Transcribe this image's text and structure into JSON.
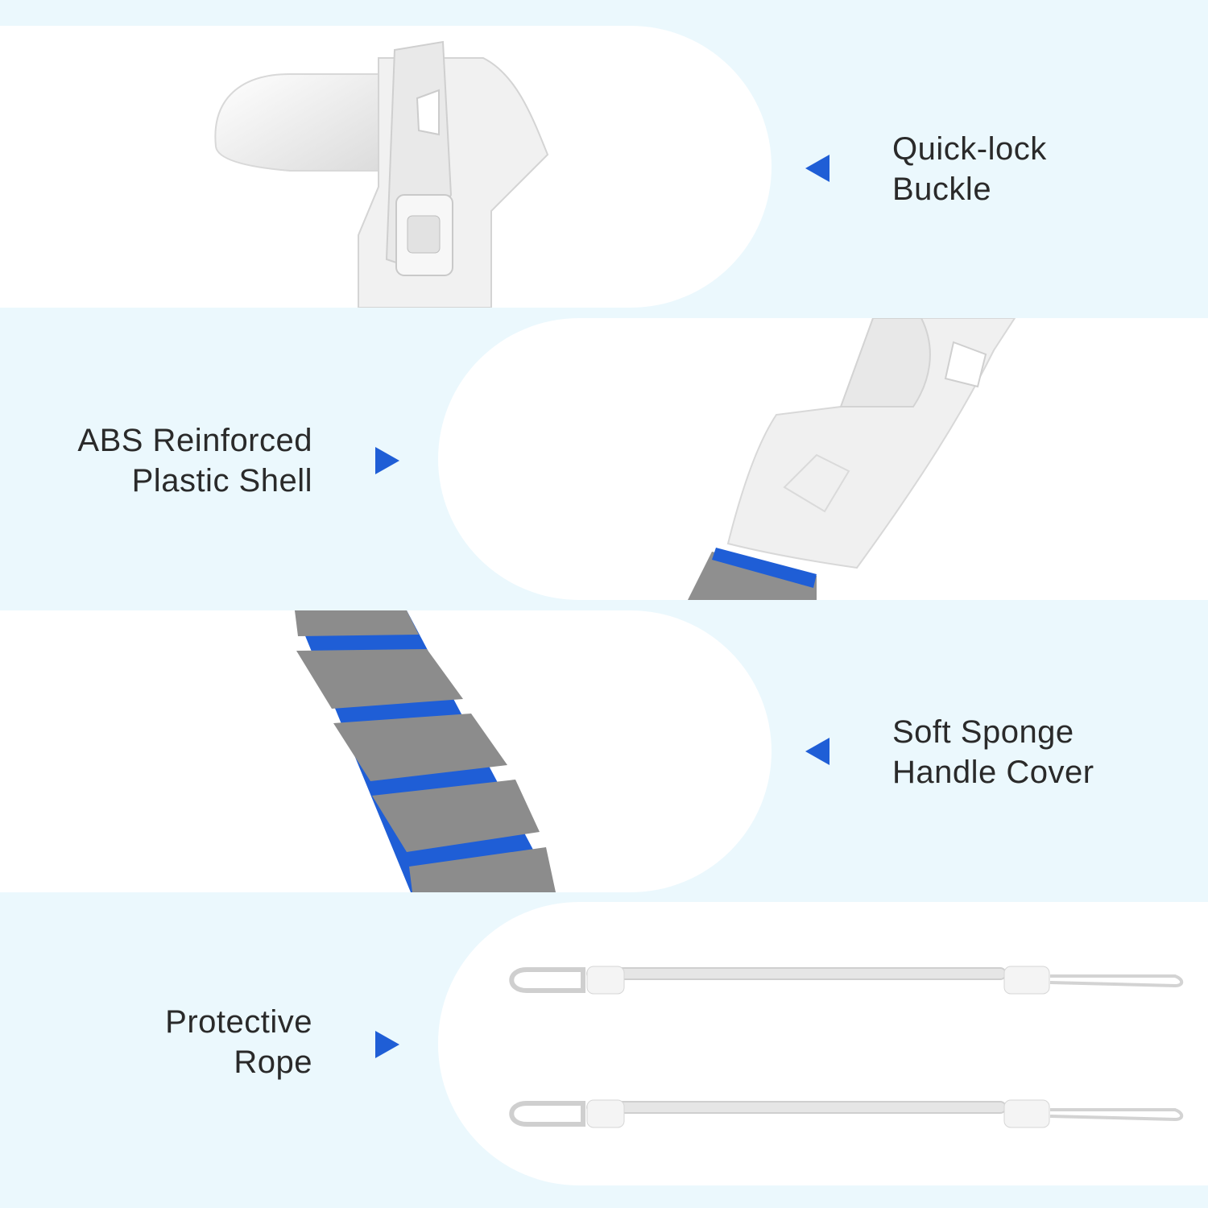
{
  "features": [
    {
      "line1": "Quick-lock",
      "line2": "Buckle",
      "arrow": "triangle-left-icon"
    },
    {
      "line1": "ABS Reinforced",
      "line2": "Plastic Shell",
      "arrow": "triangle-right-icon"
    },
    {
      "line1": "Soft Sponge",
      "line2": "Handle Cover",
      "arrow": "triangle-left-icon"
    },
    {
      "line1": "Protective",
      "line2": "Rope",
      "arrow": "triangle-right-icon"
    }
  ],
  "colors": {
    "accent": "#1f5ed6",
    "background": "#ebf8fd",
    "panel": "#ffffff",
    "sponge": "#8c8c8c"
  }
}
